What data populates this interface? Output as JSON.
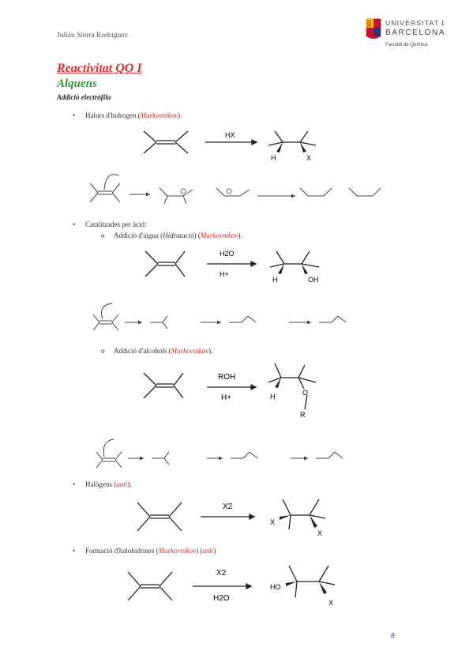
{
  "header": {
    "author": "Julián Sierra Rodríguez",
    "university_line1": "UNIVERSITAT DE",
    "university_line2": "BARCELONA",
    "faculty": "Facultat de Química"
  },
  "title": "Reactivitat QO I",
  "subtitle": "Alquens",
  "section": "Addició electròfila",
  "items": {
    "halurs": {
      "text": "Halurs d'hidrogen (",
      "highlight": "Markovnikov",
      "end": ")."
    },
    "catalitzades": {
      "text": "Catalitzades per àcid:"
    },
    "aigua": {
      "text": "Addició d'aigua (",
      "italic": "Hidratació",
      "mid": ") (",
      "highlight": "Markovnikov",
      "end": ")."
    },
    "alcohols": {
      "text": "Addició d'alcohols (",
      "highlight": "Markovnikov",
      "end": ")."
    },
    "halogens": {
      "text": "Halògens (",
      "highlight": "anti",
      "end": ")."
    },
    "halohidrines": {
      "text": "Formació d'halohidrines (",
      "highlight": "Markovnikov",
      "mid": ") (",
      "highlight2": "anti",
      "end": ")"
    }
  },
  "reagents": {
    "hx": "HX",
    "h2o": "H2O",
    "h_plus": "H+",
    "roh": "ROH",
    "x2": "X2",
    "h": "H",
    "x": "X",
    "oh": "OH",
    "ho": "HO",
    "o": "O",
    "r": "R"
  },
  "page_number": "8"
}
